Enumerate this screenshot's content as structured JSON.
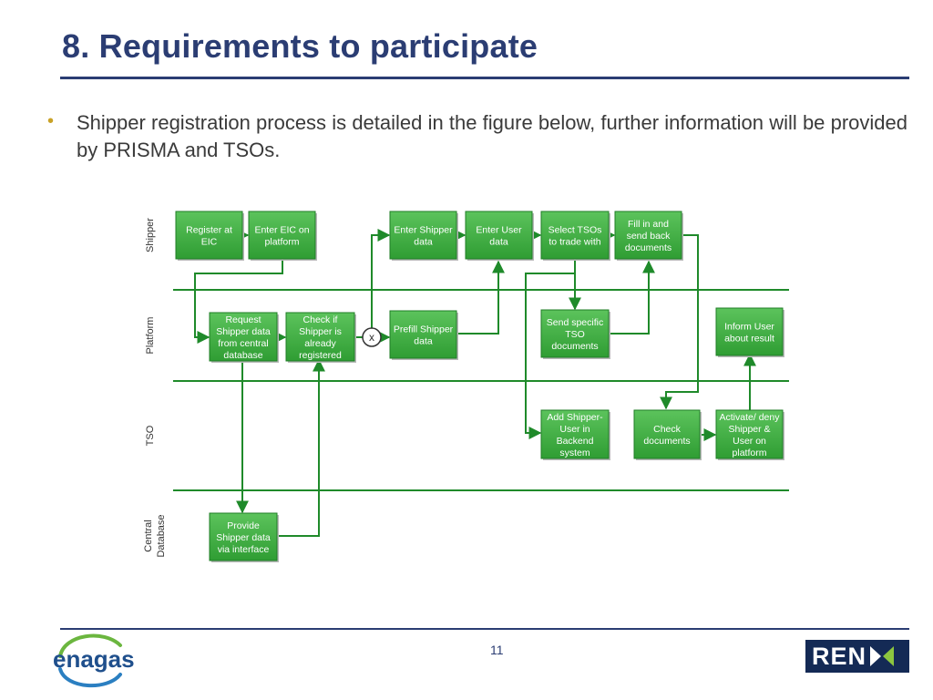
{
  "title": "8. Requirements to participate",
  "bullet": "Shipper registration process is detailed in the figure below, further information will be provided by PRISMA and TSOs.",
  "page_number": "11",
  "logos": {
    "left": "enagas",
    "right": "REN"
  },
  "colors": {
    "title": "#2b3d73",
    "bullet": "#c9a227",
    "box_fill": "#3cad3c",
    "box_stroke": "#1f7d26",
    "line": "#1f8a2a",
    "text_box": "#ffffff"
  },
  "lanes": [
    "Shipper",
    "Platform",
    "TSO",
    "Central Database"
  ],
  "boxes": {
    "register_eic": [
      "Register at",
      "EIC"
    ],
    "enter_eic": [
      "Enter EIC on",
      "platform"
    ],
    "enter_shipper": [
      "Enter Shipper",
      "data"
    ],
    "enter_user": [
      "Enter User",
      "data"
    ],
    "select_tsos": [
      "Select TSOs",
      "to trade with"
    ],
    "fill_docs": [
      "Fill in and",
      "send back",
      "documents"
    ],
    "request_shipper": [
      "Request",
      "Shipper data",
      "from central",
      "database"
    ],
    "check_registered": [
      "Check if",
      "Shipper is",
      "already",
      "registered"
    ],
    "prefill_shipper": [
      "Prefill Shipper",
      "data"
    ],
    "send_tso_docs": [
      "Send specific",
      "TSO",
      "documents"
    ],
    "inform_user": [
      "Inform User",
      "about result"
    ],
    "add_shipper_user": [
      "Add Shipper-",
      "User in",
      "Backend",
      "system"
    ],
    "check_docs": [
      "Check",
      "documents"
    ],
    "activate_deny": [
      "Activate/ deny",
      "Shipper &",
      "User on",
      "platform"
    ],
    "provide_shipper": [
      "Provide",
      "Shipper data",
      "via interface"
    ]
  },
  "gateway_label": "X"
}
